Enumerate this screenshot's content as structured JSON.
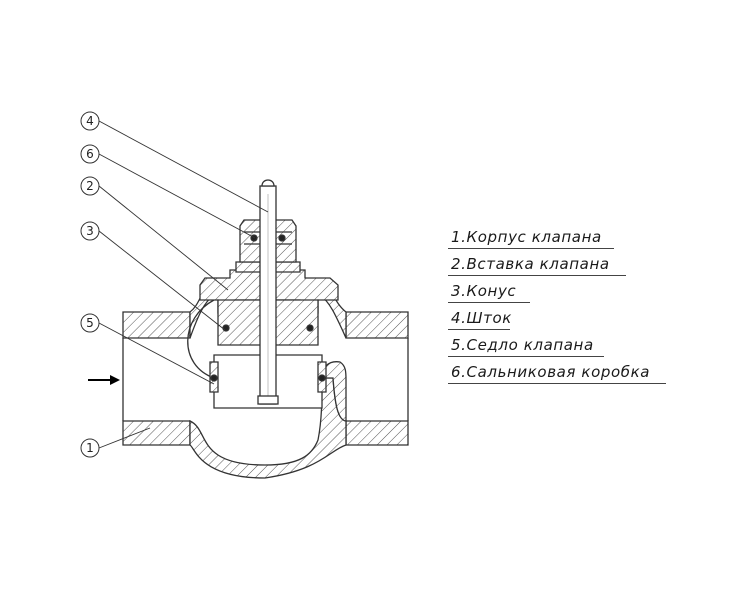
{
  "callouts": [
    "4",
    "6",
    "2",
    "3",
    "5",
    "1"
  ],
  "legend": [
    "1.Корпус клапана",
    "2.Вставка клапана",
    "3.Конус",
    "4.Шток",
    "5.Седло клапана",
    "6.Сальниковая коробка"
  ],
  "colors": {
    "line": "#333333",
    "hatch": "#555555",
    "text": "#1a1a1a"
  },
  "icons": {
    "flow_arrow": "arrow-right-icon"
  }
}
